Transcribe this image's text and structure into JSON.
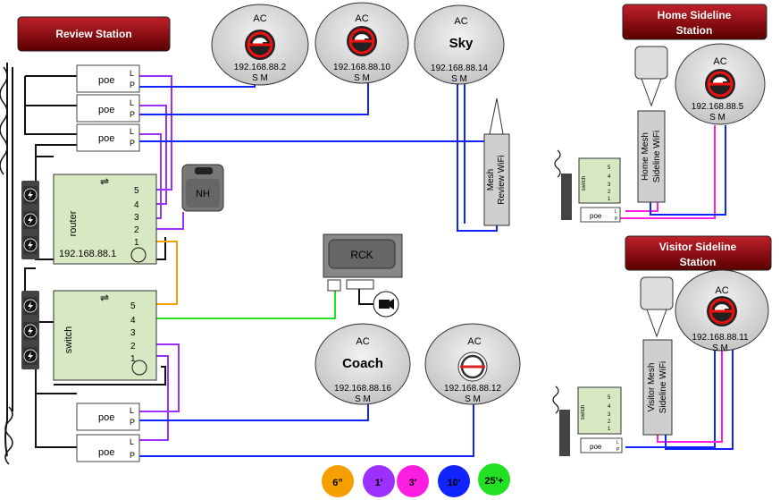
{
  "stations": {
    "review": "Review Station",
    "home": "Home Sideline Station",
    "visitor": "Visitor Sideline Station",
    "home_lines": [
      "Home Sideline",
      "Station"
    ],
    "visitor_lines": [
      "Visitor Sideline",
      "Station"
    ]
  },
  "labels": {
    "ac": "AC",
    "poe": "poe",
    "router": "router",
    "switch": "switch",
    "nh": "NH",
    "rck": "RCK",
    "sm": "S M",
    "l": "L",
    "p": "P",
    "sky": "Sky",
    "coach": "Coach",
    "router_ip": "192.168.88.1"
  },
  "ports": [
    "5",
    "4",
    "3",
    "2",
    "1"
  ],
  "access_points": [
    {
      "id": "ac-2",
      "ip": "192.168.88.2",
      "name": ""
    },
    {
      "id": "ac-10",
      "ip": "192.168.88.10",
      "name": ""
    },
    {
      "id": "ac-14",
      "ip": "192.168.88.14",
      "name": "Sky"
    },
    {
      "id": "ac-16",
      "ip": "192.168.88.16",
      "name": "Coach"
    },
    {
      "id": "ac-12",
      "ip": "192.168.88.12",
      "name": ""
    },
    {
      "id": "ac-5",
      "ip": "192.168.88.5",
      "name": ""
    },
    {
      "id": "ac-11",
      "ip": "192.168.88.11",
      "name": ""
    }
  ],
  "mesh": {
    "review": [
      "Mesh",
      "Review  WiFi"
    ],
    "home": [
      "Home Mesh",
      "Sideline  WiFi"
    ],
    "visitor": [
      "Visitor Mesh",
      "Sideline  WiFi"
    ]
  },
  "legend": [
    {
      "label": "6”",
      "color": "#f5a000"
    },
    {
      "label": "1'",
      "color": "#9b30ff"
    },
    {
      "label": "3'",
      "color": "#ff1ee0"
    },
    {
      "label": "10'",
      "color": "#1024ff"
    },
    {
      "label": "25'+",
      "color": "#22e022"
    }
  ],
  "colors": {
    "orange": "#f5a000",
    "purple": "#9b30ff",
    "magenta": "#ff1ee0",
    "blue": "#1024ff",
    "green": "#22e022",
    "title": "#8b0000"
  }
}
